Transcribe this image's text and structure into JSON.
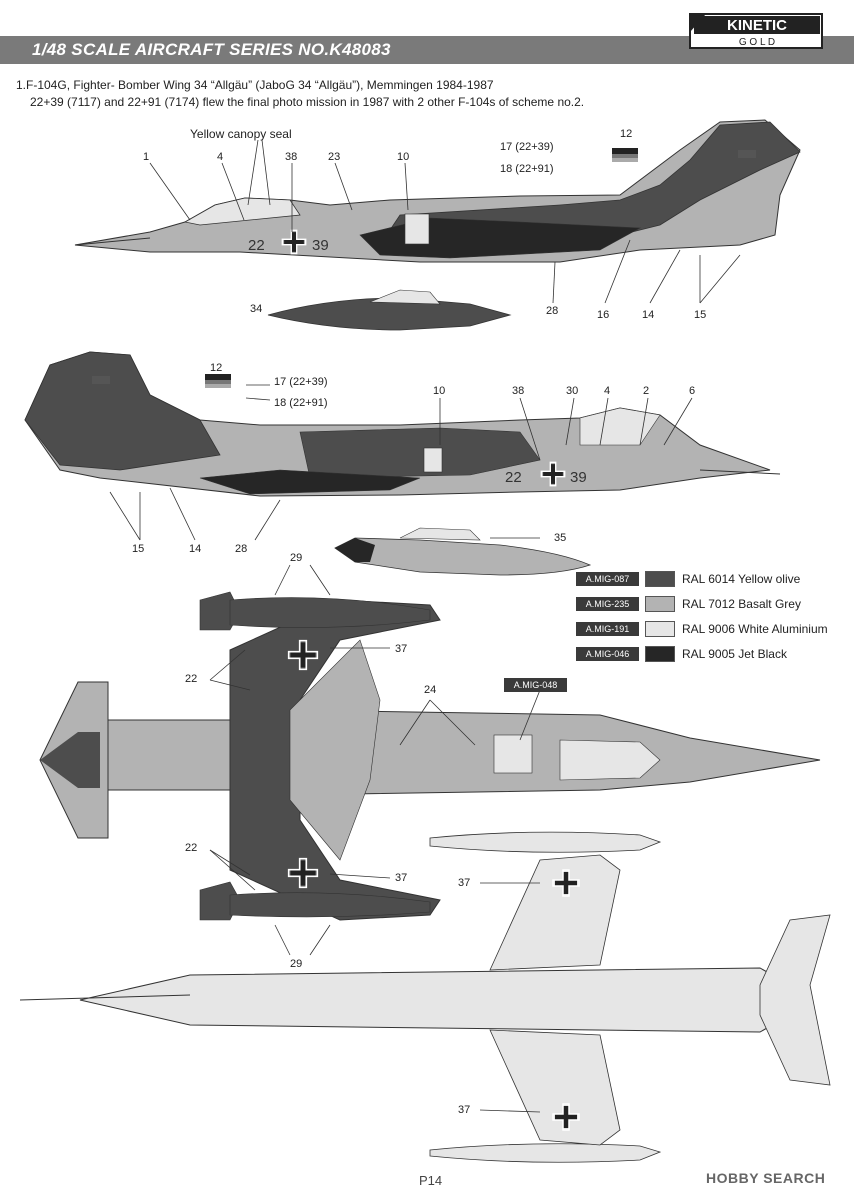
{
  "header": {
    "title": "1/48 SCALE  AIRCRAFT  SERIES NO.K48083",
    "logo_main": "KINETIC",
    "logo_sub": "G O L D"
  },
  "scheme": {
    "line1": "1.F-104G, Fighter- Bomber Wing 34 “Allgäu” (JaboG 34 “Allgäu”), Memmingen 1984-1987",
    "line2": "22+39 (7117) and 22+91 (7174) flew the final photo mission in 1987 with 2 other F-104s of scheme no.2."
  },
  "callouts": {
    "yellow_canopy_seal": "Yellow canopy seal",
    "n1": "1",
    "n2": "2",
    "n4": "4",
    "n6": "6",
    "n10": "10",
    "n12": "12",
    "n14": "14",
    "n15": "15",
    "n16": "16",
    "n22": "22",
    "n23": "23",
    "n24": "24",
    "n28": "28",
    "n29": "29",
    "n30": "30",
    "n34": "34",
    "n35": "35",
    "n37": "37",
    "n38": "38",
    "n17": "17 (22+39)",
    "n18": "18 (22+91)",
    "code_a": "22",
    "code_b": "39"
  },
  "extra_tag": "A.MIG-048",
  "legend": [
    {
      "code": "A.MIG-087",
      "label": "RAL 6014 Yellow olive",
      "color": "#4d4d4d"
    },
    {
      "code": "A.MIG-235",
      "label": "RAL 7012 Basalt Grey",
      "color": "#b3b3b3"
    },
    {
      "code": "A.MIG-191",
      "label": "RAL 9006 White Aluminium",
      "color": "#e6e6e6"
    },
    {
      "code": "A.MIG-046",
      "label": "RAL 9005 Jet Black",
      "color": "#262626"
    }
  ],
  "colors": {
    "olive": "#4d4d4d",
    "basalt": "#b3b3b3",
    "aluminium": "#e6e6e6",
    "black": "#262626"
  },
  "page_number": "P14",
  "watermark": "HOBBY SEARCH"
}
